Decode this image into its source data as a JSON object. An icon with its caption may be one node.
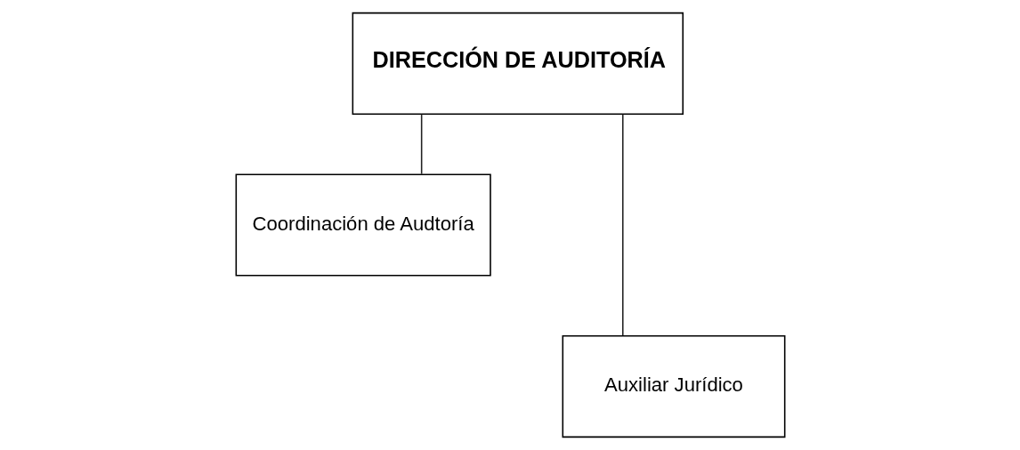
{
  "diagram": {
    "nodes": [
      {
        "text": [
          "DIRECCIÓN DE AUDITORÍA"
        ]
      },
      {
        "text": [
          "Coordinación de Audtoría"
        ]
      },
      {
        "text": [
          "Auxiliar Jurídico"
        ]
      }
    ],
    "edges": [
      {
        "from": 0,
        "to": 1,
        "arrow": "none"
      },
      {
        "from": 0,
        "to": 2,
        "arrow": "none"
      }
    ]
  }
}
